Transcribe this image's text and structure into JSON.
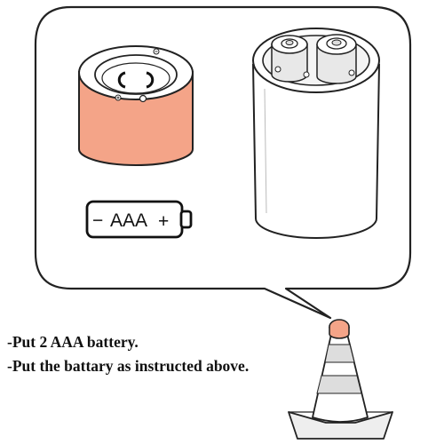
{
  "battery_label": {
    "minus": "−",
    "type": "AAA",
    "plus": "+"
  },
  "instructions": [
    "-Put 2 AAA battery.",
    "-Put the battary as instructed above."
  ],
  "colors": {
    "outline": "#222222",
    "cone_band": "#f4a488",
    "lamp_base_band": "#f4a488",
    "cone_white": "#ffffff",
    "cone_base": "#eeeeee",
    "battery_fill": "#e8e8e8"
  },
  "icons": {
    "lamp_base": "lamp-base-icon",
    "battery_symbol": "battery-symbol-icon",
    "cylinder": "cylinder-housing-icon",
    "cone": "traffic-cone-icon"
  }
}
